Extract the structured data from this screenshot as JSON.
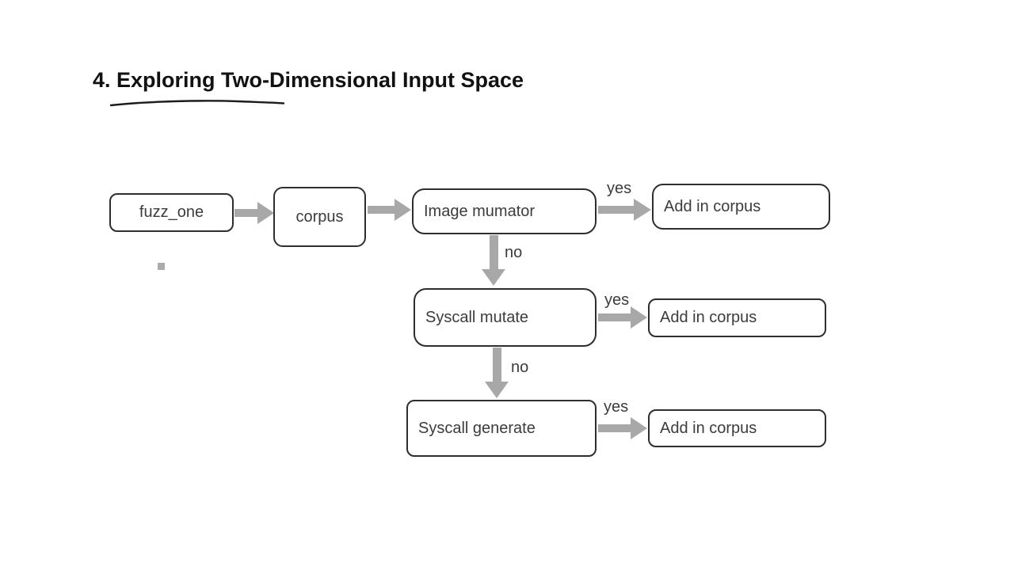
{
  "slide": {
    "title": "4. Exploring Two-Dimensional Input Space"
  },
  "diagram": {
    "type": "flowchart",
    "nodes": [
      {
        "id": "fuzz_one",
        "label": "fuzz_one"
      },
      {
        "id": "corpus",
        "label": "corpus"
      },
      {
        "id": "image_mutator",
        "label": "Image mumator"
      },
      {
        "id": "add_in_corpus_1",
        "label": "Add in corpus"
      },
      {
        "id": "syscall_mutate",
        "label": "Syscall mutate"
      },
      {
        "id": "add_in_corpus_2",
        "label": "Add in corpus"
      },
      {
        "id": "syscall_generate",
        "label": "Syscall generate"
      },
      {
        "id": "add_in_corpus_3",
        "label": "Add in corpus"
      }
    ],
    "edges": [
      {
        "from": "fuzz_one",
        "to": "corpus",
        "label": ""
      },
      {
        "from": "corpus",
        "to": "image_mutator",
        "label": ""
      },
      {
        "from": "image_mutator",
        "to": "add_in_corpus_1",
        "label": "yes"
      },
      {
        "from": "image_mutator",
        "to": "syscall_mutate",
        "label": "no"
      },
      {
        "from": "syscall_mutate",
        "to": "add_in_corpus_2",
        "label": "yes"
      },
      {
        "from": "syscall_mutate",
        "to": "syscall_generate",
        "label": "no"
      },
      {
        "from": "syscall_generate",
        "to": "add_in_corpus_3",
        "label": "yes"
      }
    ],
    "colors": {
      "arrow": "#a8a8a8",
      "box_border": "#2e2e2e",
      "box_text": "#3c3c3c",
      "title_text": "#111111",
      "background": "#ffffff"
    }
  }
}
